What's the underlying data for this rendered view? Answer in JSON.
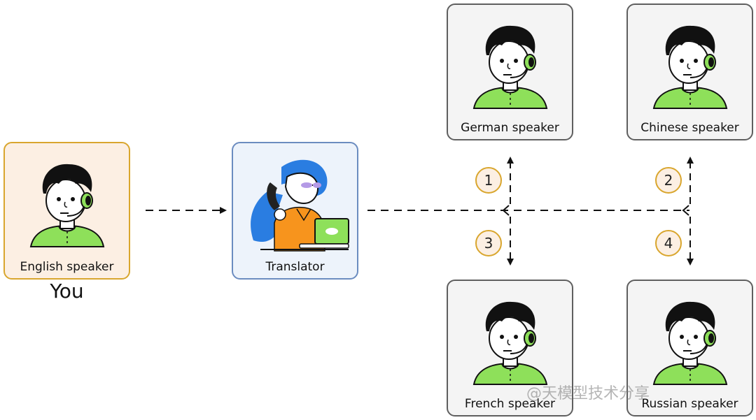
{
  "nodes": {
    "english": {
      "label": "English speaker",
      "caption": "You"
    },
    "translator": {
      "label": "Translator"
    },
    "german": {
      "label": "German speaker"
    },
    "chinese": {
      "label": "Chinese speaker"
    },
    "french": {
      "label": "French speaker"
    },
    "russian": {
      "label": "Russian speaker"
    }
  },
  "steps": [
    "1",
    "2",
    "3",
    "4"
  ],
  "colors": {
    "you_border": "#d9a62e",
    "you_fill": "#fcefe3",
    "translator_border": "#6b8cc0",
    "translator_fill": "#edf3fb",
    "speaker_border": "#5f5f5f",
    "speaker_fill": "#f4f4f4",
    "shirt": "#8ee05a",
    "headset": "#8ee05a",
    "translator_hair": "#2a7de1",
    "translator_sweater": "#f7941d",
    "laptop": "#8ee05a"
  },
  "watermark": "@天模型技术分享"
}
